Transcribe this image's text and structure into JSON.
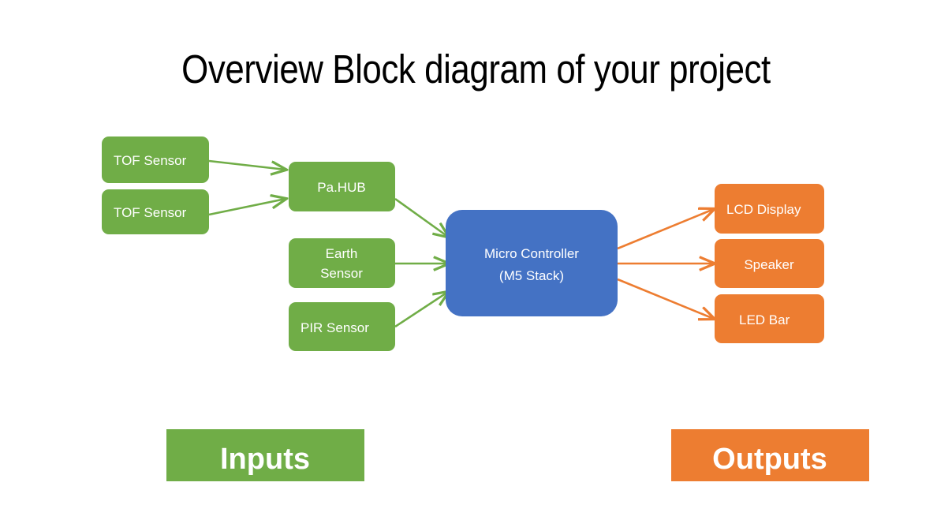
{
  "title": "Overview Block diagram of your project",
  "colors": {
    "green": "#70AD47",
    "orange": "#ED7D31",
    "blue": "#4472C4",
    "text_on_fill": "#FFFFFF",
    "title_text": "#000000",
    "background": "#FFFFFF"
  },
  "nodes": {
    "tof_sensor_1": "TOF Sensor",
    "tof_sensor_2": "TOF Sensor",
    "pa_hub": "Pa.HUB",
    "earth_sensor_line1": "Earth",
    "earth_sensor_line2": "Sensor",
    "pir_sensor": "PIR Sensor",
    "controller_line1": "Micro Controller",
    "controller_line2": "(M5 Stack)",
    "lcd_display": "LCD Display",
    "speaker": "Speaker",
    "led_bar": "LED Bar"
  },
  "banners": {
    "inputs": "Inputs",
    "outputs": "Outputs"
  },
  "diagram_structure": {
    "type": "block-diagram",
    "direction": "left-to-right",
    "input_blocks": [
      "TOF Sensor",
      "TOF Sensor",
      "Pa.HUB",
      "Earth Sensor",
      "PIR Sensor"
    ],
    "processing_block": "Micro Controller (M5 Stack)",
    "output_blocks": [
      "LCD Display",
      "Speaker",
      "LED Bar"
    ],
    "connections": [
      {
        "from": "TOF Sensor",
        "to": "Pa.HUB",
        "color": "#70AD47"
      },
      {
        "from": "TOF Sensor",
        "to": "Pa.HUB",
        "color": "#70AD47"
      },
      {
        "from": "Pa.HUB",
        "to": "Micro Controller (M5 Stack)",
        "color": "#70AD47"
      },
      {
        "from": "Earth Sensor",
        "to": "Micro Controller (M5 Stack)",
        "color": "#70AD47"
      },
      {
        "from": "PIR Sensor",
        "to": "Micro Controller (M5 Stack)",
        "color": "#70AD47"
      },
      {
        "from": "Micro Controller (M5 Stack)",
        "to": "LCD Display",
        "color": "#ED7D31"
      },
      {
        "from": "Micro Controller (M5 Stack)",
        "to": "Speaker",
        "color": "#ED7D31"
      },
      {
        "from": "Micro Controller (M5 Stack)",
        "to": "LED Bar",
        "color": "#ED7D31"
      }
    ]
  }
}
